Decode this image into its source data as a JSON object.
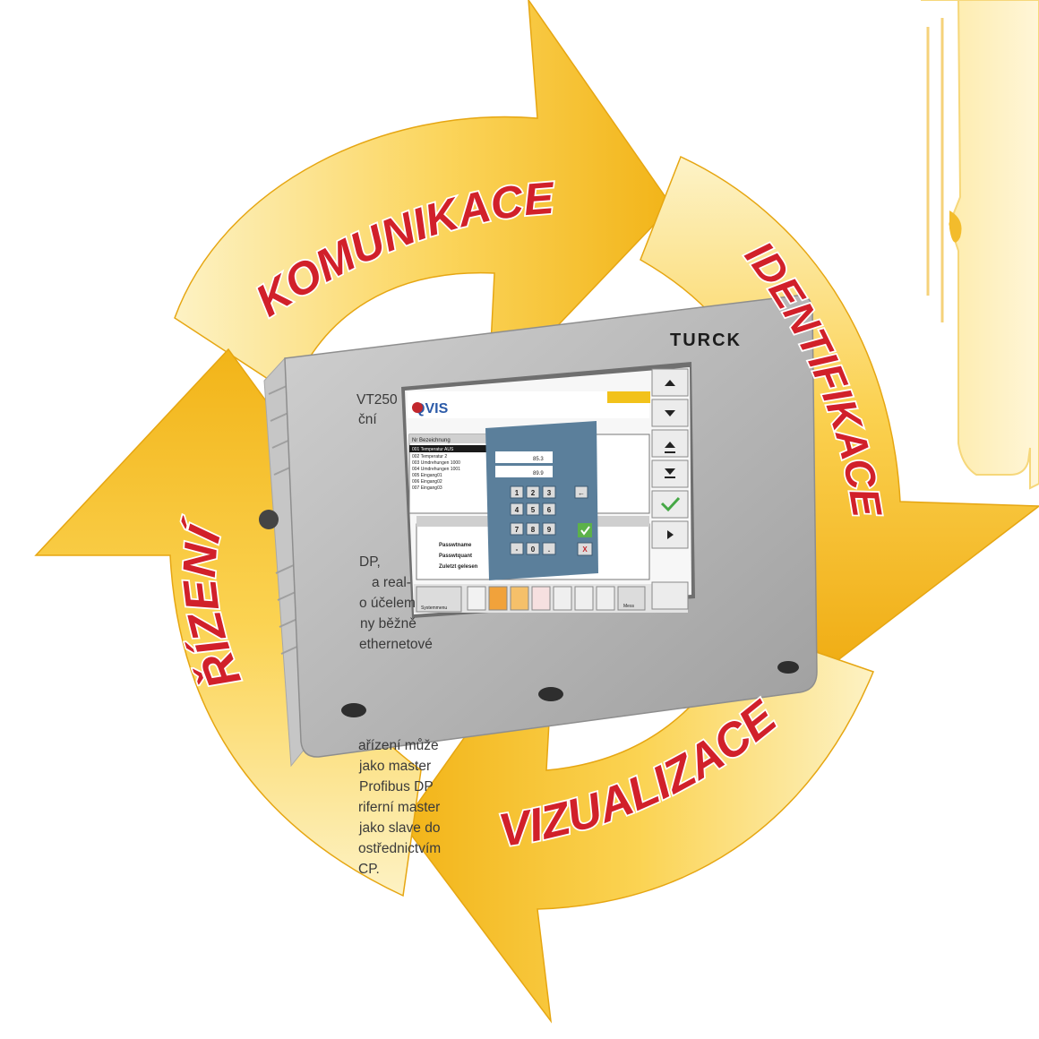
{
  "left_text": {
    "line_1": "VT250",
    "line_2": "ční",
    "line_3": "DP,",
    "line_4": "a real-",
    "line_5": "o účelem",
    "line_6": "ny běžně",
    "line_7": "ethernetové",
    "line_8": "ařízení může",
    "line_9": "jako master",
    "line_10": "Profibus DP",
    "line_11": "riferní master",
    "line_12": "jako slave do",
    "line_13": "ostřednictvím",
    "line_14": "CP."
  },
  "cycle_labels": {
    "top": "KOMUNIKACE",
    "right": "IDENTIFIKACE",
    "bottom": "VIZUALIZACE",
    "left": "ŘÍZENÍ"
  },
  "device": {
    "brand": "TURCK",
    "screen": {
      "logo": "QVIS",
      "table_header": "Nr   Bezeichnung",
      "list_items": [
        "001  Temperatur AUS",
        "002  Temperatur 2",
        "003  Umdrehungen 1000",
        "004  Umdrehungen 1001",
        "005  Eingang01",
        "006  Eingang02",
        "007  Eingang03"
      ],
      "detail_labels": [
        "Passwtname",
        "Passwtquant",
        "Zuletzt gelesen"
      ],
      "keypad_values": [
        "85.3",
        "89.9"
      ],
      "keypad_keys": [
        "1",
        "2",
        "3",
        "4",
        "5",
        "6",
        "7",
        "8",
        "9",
        "-",
        "0",
        "."
      ],
      "keypad_delete_key": "←",
      "keypad_cancel_key": "X",
      "toolbar_labels": [
        "Systemmenu",
        "Mess"
      ],
      "side_buttons": [
        "arrow-up-icon",
        "arrow-down-icon",
        "page-up-icon",
        "page-down-icon",
        "check-icon",
        "arrow-right-icon"
      ]
    }
  },
  "colors": {
    "arrow_dark": "#f2b418",
    "arrow_light": "#fde98a",
    "label_red": "#d1202a",
    "device_body": "#b8b8b8",
    "screen_blue": "#5b7f9b"
  }
}
